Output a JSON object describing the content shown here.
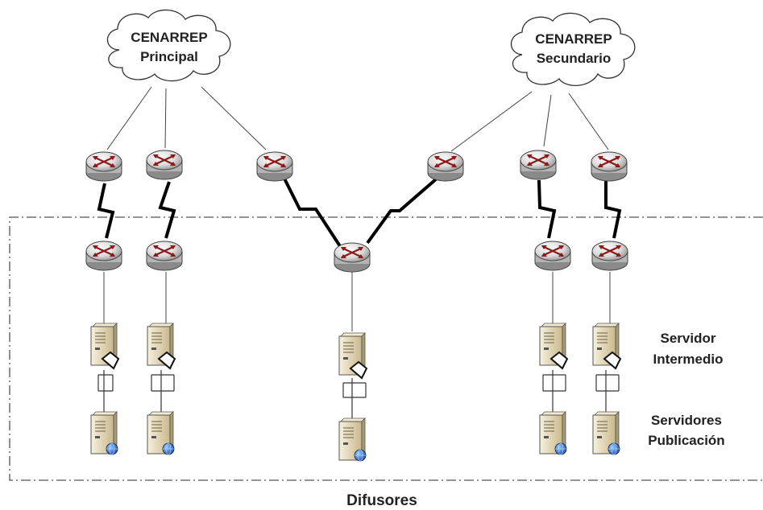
{
  "clouds": {
    "primary": {
      "line1": "CENARREP",
      "line2": "Principal"
    },
    "secondary": {
      "line1": "CENARREP",
      "line2": "Secundario"
    }
  },
  "labels": {
    "intermediate_server": {
      "line1": "Servidor",
      "line2": "Intermedio"
    },
    "publication_servers": {
      "line1": "Servidores",
      "line2": "Publicación"
    },
    "broadcasters": "Difusores"
  },
  "colors": {
    "router_body": "#d9d9d9",
    "router_arrows": "#8b1a1a",
    "server_body": "#e8dcc0",
    "globe": "#2a6fd6",
    "boundary_line": "#555555"
  },
  "icons": {
    "cloud": "cloud-icon",
    "router": "router-icon",
    "wan_link": "lightning-link-icon",
    "server": "server-icon",
    "web_server": "web-server-icon",
    "lan_link": "ethernet-link-icon"
  }
}
